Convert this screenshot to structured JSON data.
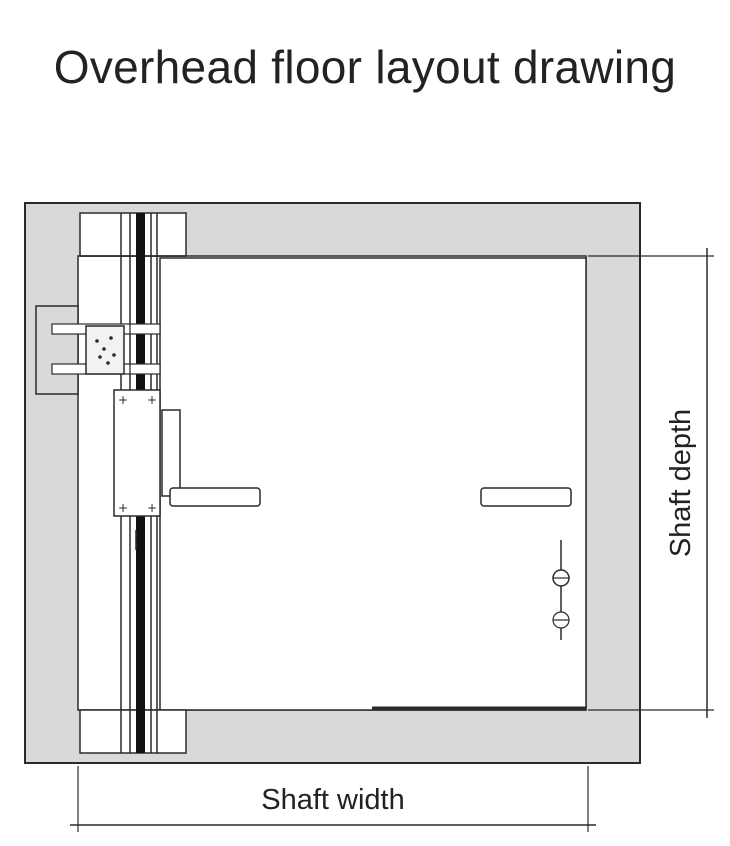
{
  "title": "Overhead floor layout drawing",
  "labels": {
    "shaft_width": "Shaft width",
    "shaft_depth": "Shaft depth"
  },
  "colors": {
    "wall_fill": "#d9d9d9",
    "line": "#2a2a2a",
    "rail": "#111111",
    "text": "#222222"
  }
}
